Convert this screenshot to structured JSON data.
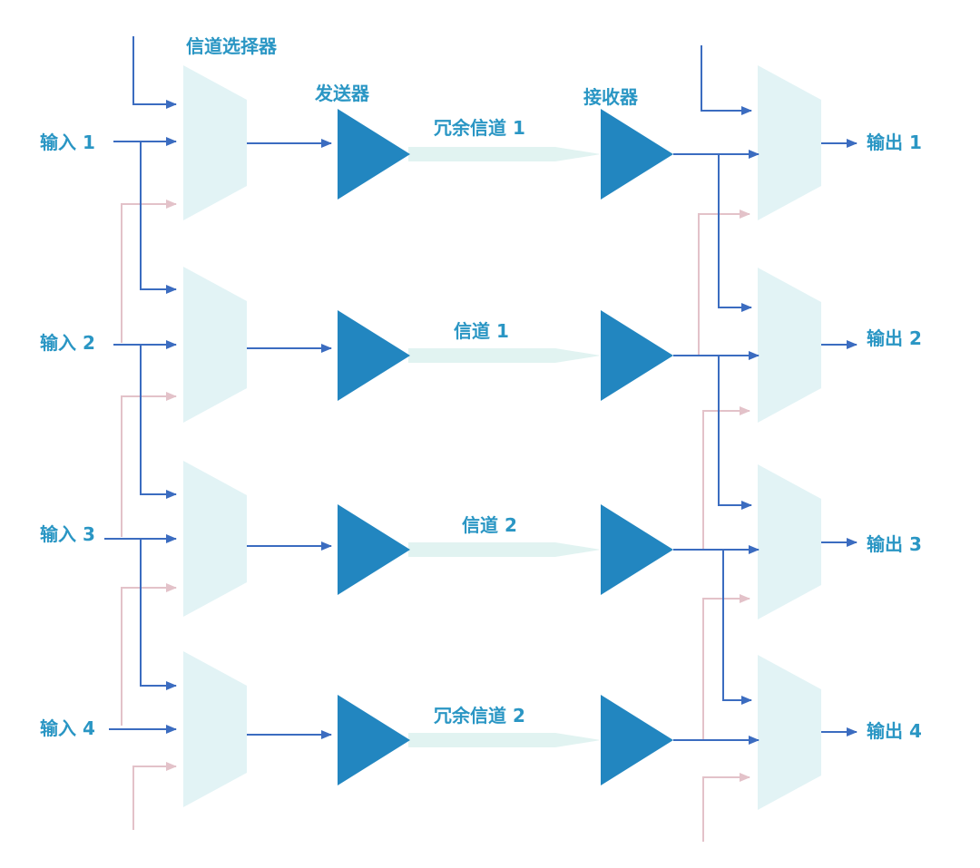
{
  "labels": {
    "selector": "信道选择器",
    "transmitter": "发送器",
    "receiver": "接收器"
  },
  "inputs": [
    "输入 1",
    "输入 2",
    "输入 3",
    "输入 4"
  ],
  "outputs": [
    "输出 1",
    "输出 2",
    "输出 3",
    "输出 4"
  ],
  "channels": [
    "冗余信道 1",
    "信道 1",
    "信道 2",
    "冗余信道 2"
  ],
  "colors": {
    "text": "#2a96c4",
    "amplifier": "#2286c0",
    "mux": "#e2f3f5",
    "wire": "#3b6cc0",
    "alt_wire": "#e3c2c9",
    "channel_arrow": "#e1f3f1"
  }
}
